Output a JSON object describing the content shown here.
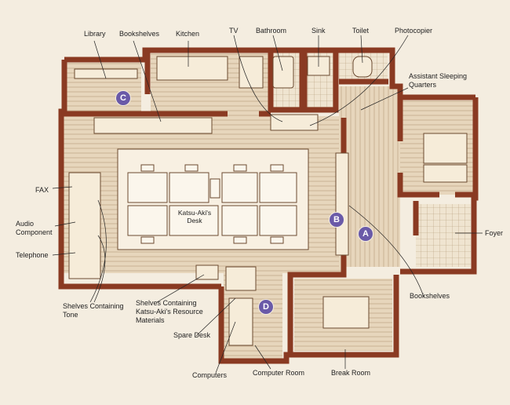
{
  "colors": {
    "background": "#f4ede0",
    "wall": "#8a3a22",
    "floor": "#e7d6bc",
    "marker": "#6a5aa8"
  },
  "labels": {
    "library": "Library",
    "bookshelves_top": "Bookshelves",
    "kitchen": "Kitchen",
    "tv": "TV",
    "bathroom": "Bathroom",
    "sink": "Sink",
    "toilet": "Toilet",
    "photocopier": "Photocopier",
    "assistant_quarters": "Assistant Sleeping\nQuarters",
    "fax": "FAX",
    "audio": "Audio\nComponent",
    "telephone": "Telephone",
    "foyer": "Foyer",
    "bookshelves_right": "Bookshelves",
    "shelves_tone": "Shelves Containing\nTone",
    "shelves_resource": "Shelves Containing\nKatsu-Aki's Resource\nMaterials",
    "spare_desk": "Spare Desk",
    "computers": "Computers",
    "computer_room": "Computer Room",
    "break_room": "Break Room",
    "katsu_desk": "Katsu-Aki's\nDesk"
  },
  "markers": {
    "a": "A",
    "b": "B",
    "c": "C",
    "d": "D"
  }
}
